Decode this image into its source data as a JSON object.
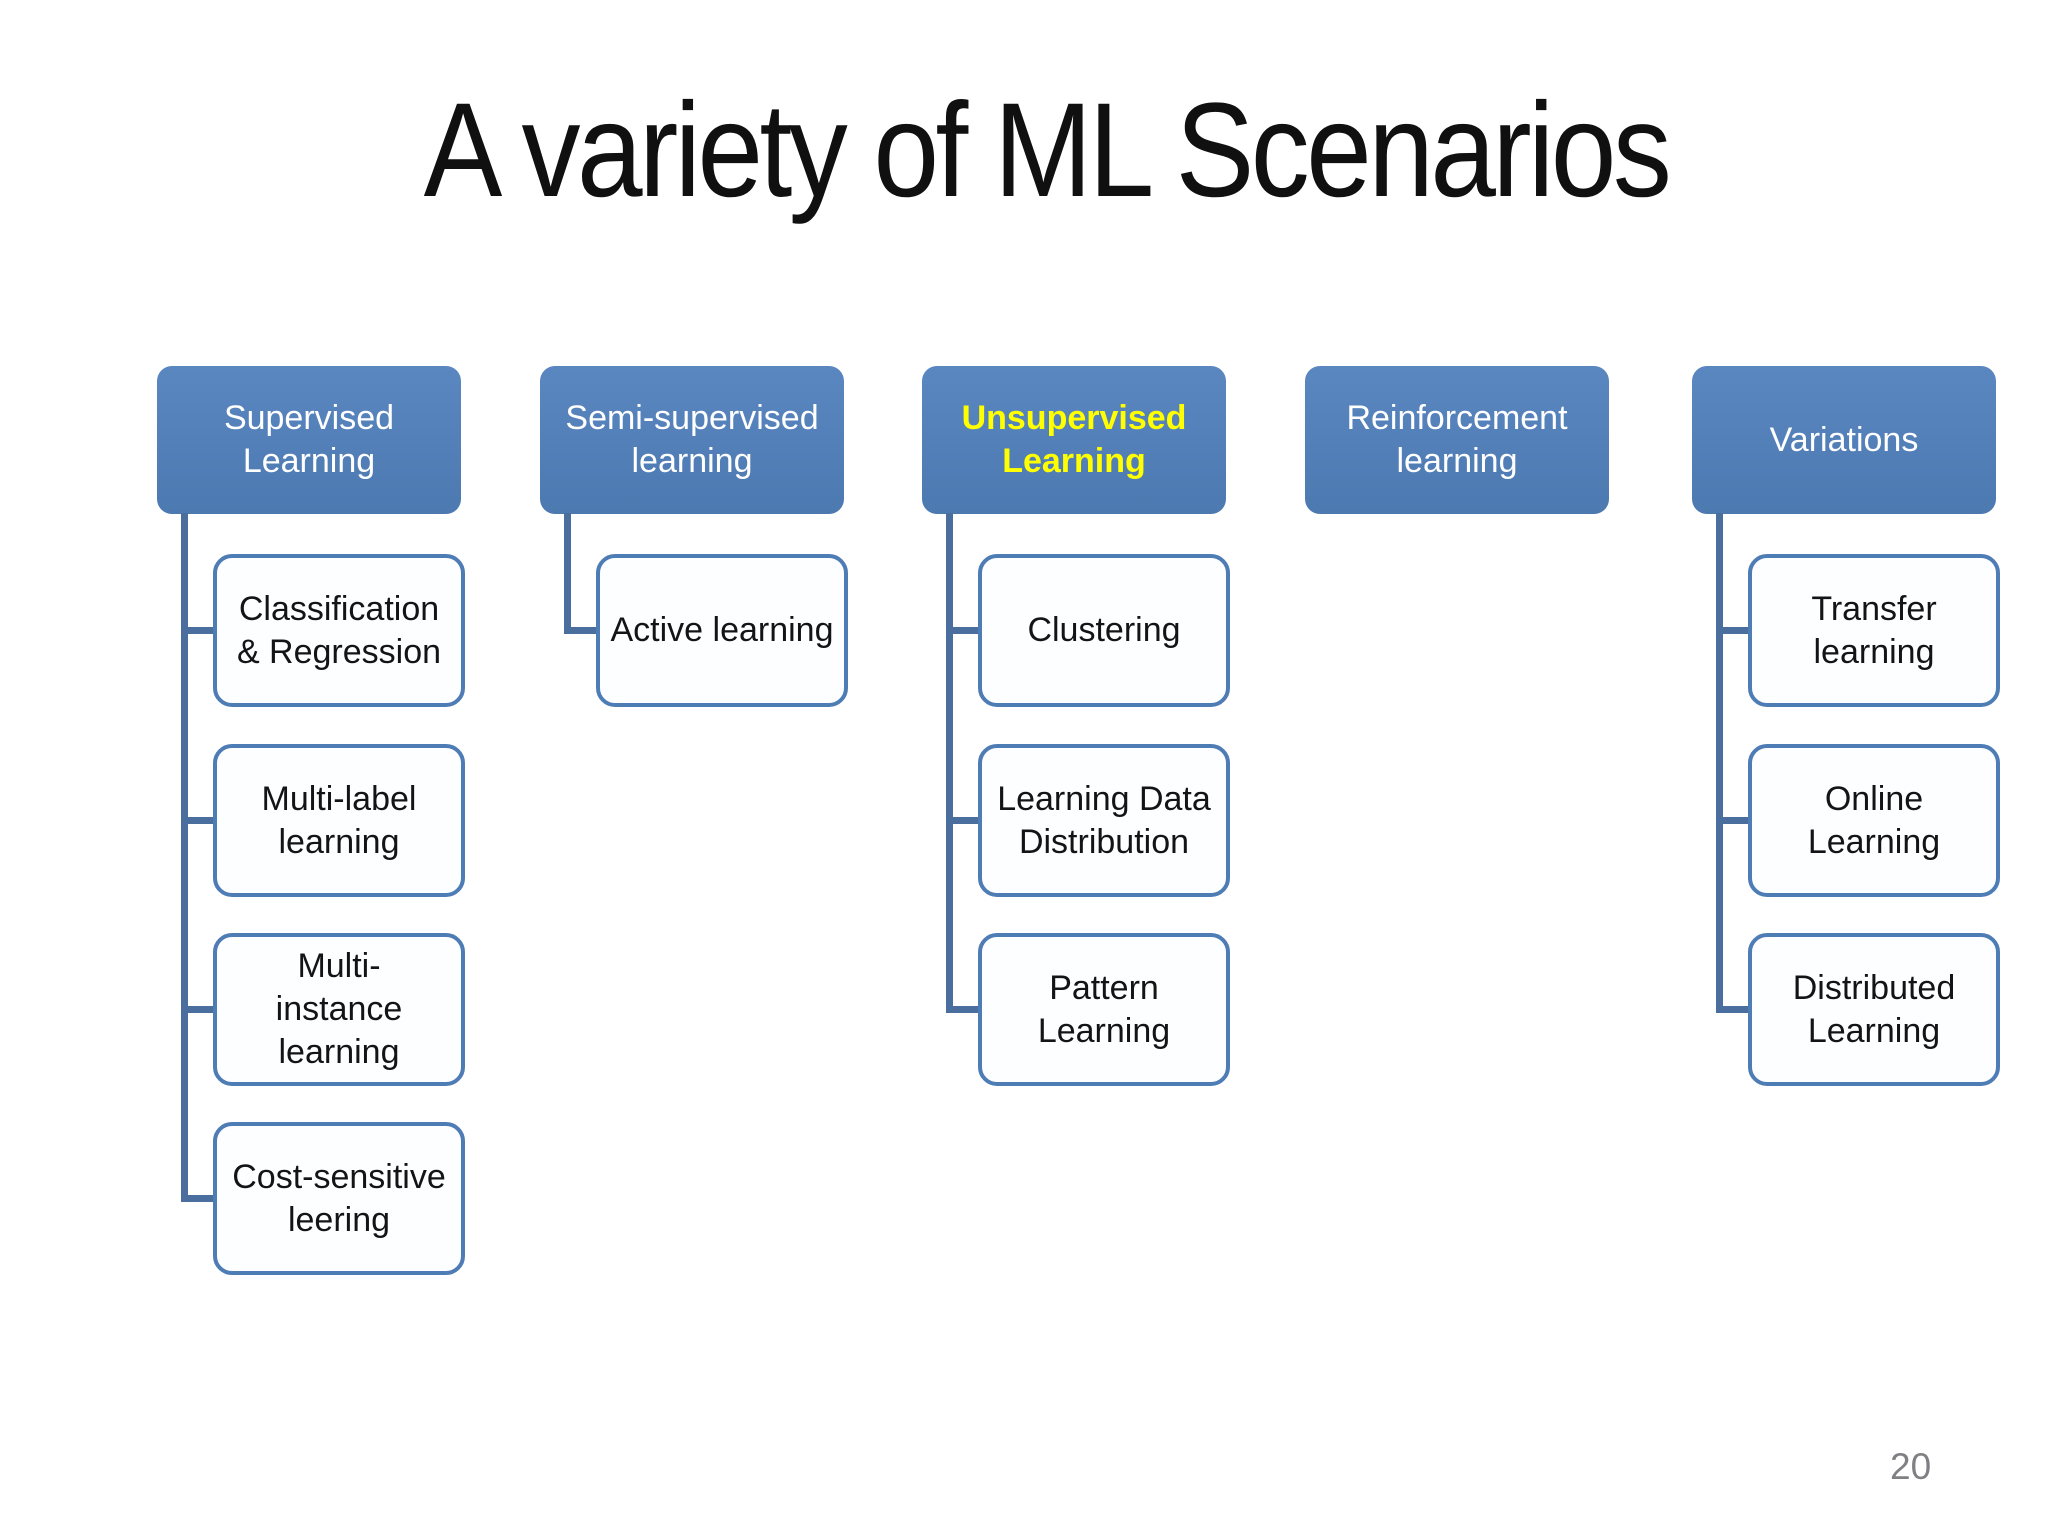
{
  "slide": {
    "title": "A variety of ML Scenarios",
    "page_number": "20"
  },
  "columns": [
    {
      "header": "Supervised Learning",
      "highlighted": false,
      "children": [
        "Classification & Regression",
        "Multi-label learning",
        "Multi-instance learning",
        "Cost-sensitive leering"
      ]
    },
    {
      "header": "Semi-supervised learning",
      "highlighted": false,
      "children": [
        "Active learning"
      ]
    },
    {
      "header": "Unsupervised Learning",
      "highlighted": true,
      "children": [
        "Clustering",
        "Learning Data Distribution",
        "Pattern Learning"
      ]
    },
    {
      "header": "Reinforcement learning",
      "highlighted": false,
      "children": []
    },
    {
      "header": "Variations",
      "highlighted": false,
      "children": [
        "Transfer learning",
        "Online Learning",
        "Distributed Learning"
      ]
    }
  ],
  "colors": {
    "header_fill": "#5380B9",
    "header_text": "#FFFFFF",
    "highlight_text": "#FFFF00",
    "child_fill": "#FDFEFF",
    "child_border": "#4E7CB5",
    "connector": "#4A6F9F",
    "title_text": "#101010",
    "page_number_text": "#807F83"
  }
}
